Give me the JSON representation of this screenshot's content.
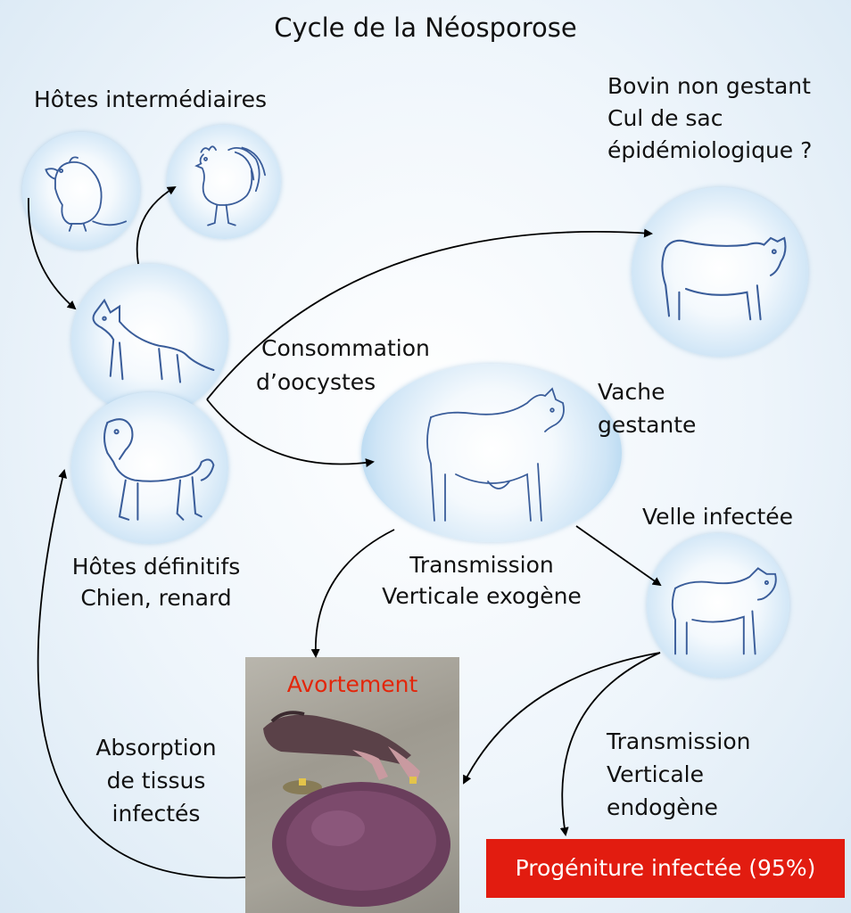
{
  "title": "Cycle de la Néosporose",
  "labels": {
    "intermediate_hosts": "Hôtes intermédiaires",
    "non_gestant": [
      "Bovin non gestant",
      "Cul de sac",
      "épidémiologique ?"
    ],
    "consumption": [
      "Consommation",
      "d’oocystes"
    ],
    "pregnant_cow": [
      "Vache",
      "gestante"
    ],
    "infected_heifer": "Velle infectée",
    "definitive_hosts": [
      "Hôtes définitifs",
      "Chien, renard"
    ],
    "exogenous": [
      "Transmission",
      "Verticale exogène"
    ],
    "endogenous": [
      "Transmission",
      "Verticale",
      "endogène"
    ],
    "absorption": [
      "Absorption",
      "de tissus",
      "infectés"
    ],
    "abortion": "Avortement",
    "result": "Progéniture infectée (95%)"
  },
  "colors": {
    "abortion_text": "#e3260b",
    "result_box": "#e21c10",
    "outline": "#3a5d9a"
  },
  "icons": [
    "rat-icon",
    "rooster-icon",
    "fox-icon",
    "dog-icon",
    "cow-icon",
    "pregnant-cow-icon",
    "calf-icon"
  ]
}
